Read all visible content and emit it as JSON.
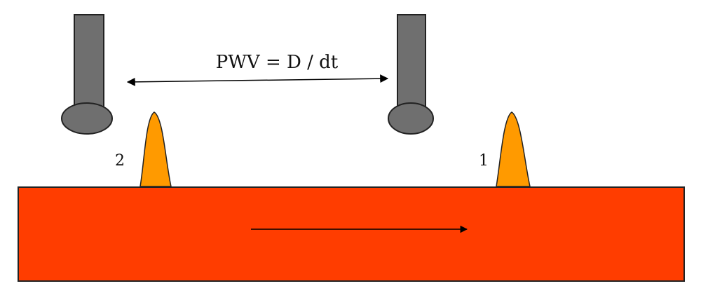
{
  "formula": "PWV = D / dt",
  "labels": {
    "site_2": "2",
    "site_1": "1"
  },
  "colors": {
    "artery_fill": "#ff3d00",
    "pulse_fill": "#ff9a00",
    "probe_fill": "#6f6f6f",
    "outline": "#222222",
    "arrow": "#000000"
  },
  "icons": {
    "probe": "sensor-probe-icon",
    "pulse": "pulse-wave-icon",
    "distance": "double-headed-arrow-icon",
    "flow": "flow-direction-arrow-icon"
  }
}
